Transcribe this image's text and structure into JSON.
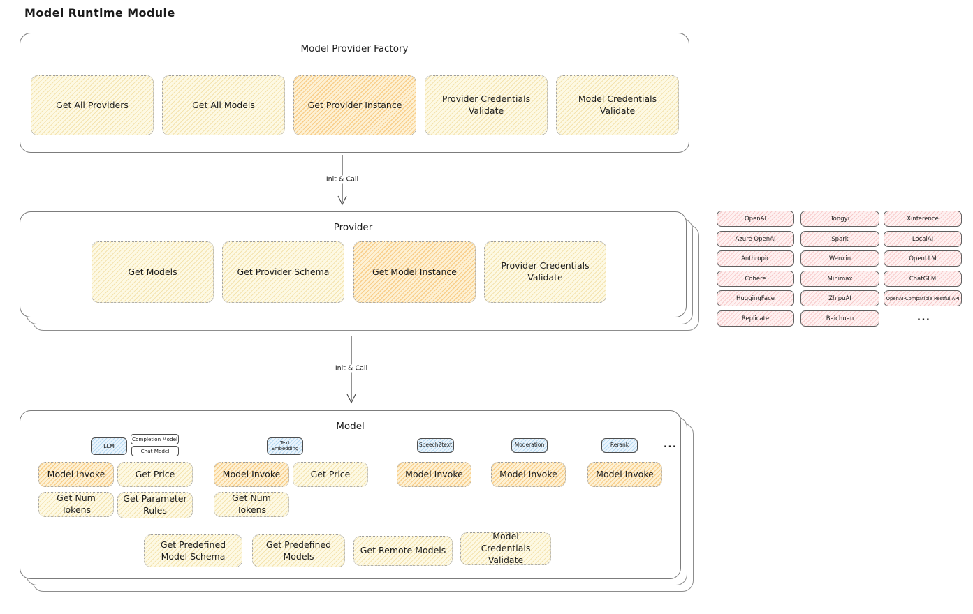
{
  "title": "Model Runtime Module",
  "arrows": {
    "init_call_1": "Init & Call",
    "init_call_2": "Init & Call"
  },
  "colors": {
    "node_yellow": "#fdf9e4",
    "node_orange": "#fdf1d4",
    "chip_pink": "#fef1f1",
    "tab_blue": "#eaf4fc",
    "outline": "#7c7c7c"
  },
  "factory": {
    "title": "Model Provider Factory",
    "items": [
      {
        "label": "Get All Providers"
      },
      {
        "label": "Get All Models"
      },
      {
        "label": "Get Provider Instance"
      },
      {
        "label": "Provider Credentials Validate"
      },
      {
        "label": "Model Credentials Validate"
      }
    ]
  },
  "provider": {
    "title": "Provider",
    "items": [
      {
        "label": "Get Models"
      },
      {
        "label": "Get Provider Schema"
      },
      {
        "label": "Get Model Instance"
      },
      {
        "label": "Provider Credentials Validate"
      }
    ]
  },
  "providers_grid": {
    "col1": [
      "OpenAI",
      "Azure OpenAI",
      "Anthropic",
      "Cohere",
      "HuggingFace",
      "Replicate"
    ],
    "col2": [
      "Tongyi",
      "Spark",
      "Wenxin",
      "Minimax",
      "ZhipuAI",
      "Baichuan"
    ],
    "col3": [
      "Xinference",
      "LocalAI",
      "OpenLLM",
      "ChatGLM",
      "OpenAI-Compatible Restful API"
    ],
    "more": "..."
  },
  "model": {
    "title": "Model",
    "tabs": {
      "llm": "LLM",
      "completion_model": "Completion Model",
      "chat_model": "Chat Model",
      "text_embedding": "Text Embedding",
      "speech2text": "Speech2text",
      "moderation": "Moderation",
      "rerank": "Rerank",
      "more": "..."
    },
    "llm": {
      "invoke": "Model Invoke",
      "price": "Get Price",
      "tokens": "Get Num Tokens",
      "rules": "Get Parameter Rules"
    },
    "text_embedding": {
      "invoke": "Model Invoke",
      "price": "Get Price",
      "tokens": "Get Num Tokens"
    },
    "speech2text": {
      "invoke": "Model Invoke"
    },
    "moderation": {
      "invoke": "Model Invoke"
    },
    "rerank": {
      "invoke": "Model Invoke"
    },
    "common": {
      "predefined_schema": "Get Predefined Model Schema",
      "predefined_models": "Get Predefined Models",
      "remote_models": "Get Remote Models",
      "credentials_validate": "Model Credentials Validate"
    }
  }
}
